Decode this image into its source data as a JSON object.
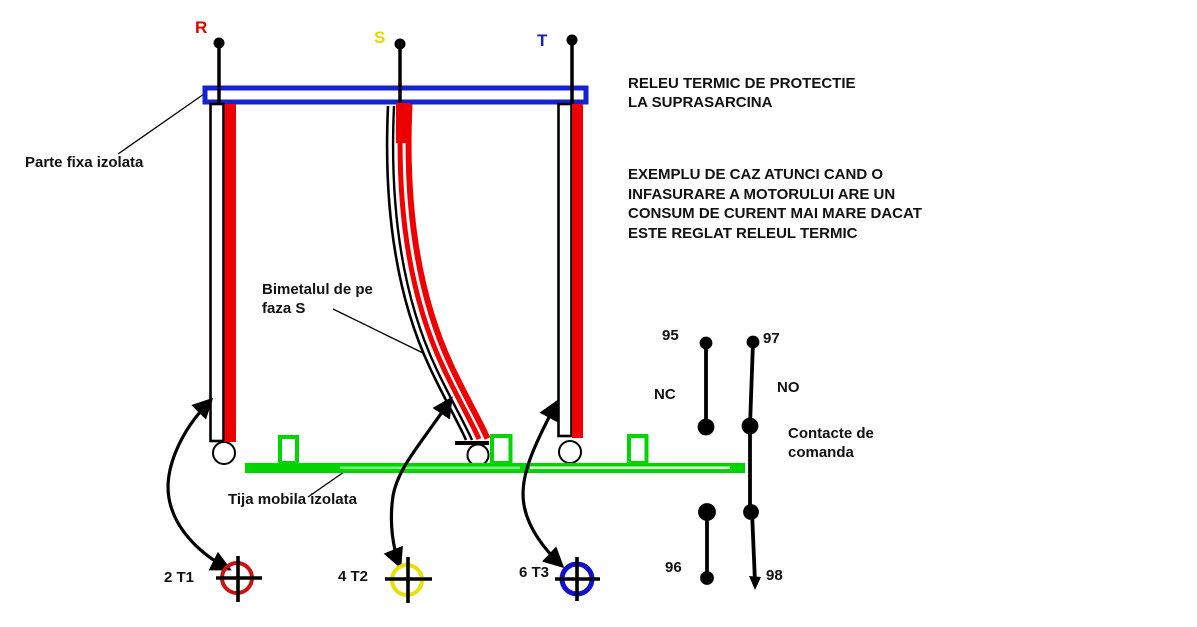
{
  "diagram": {
    "phase_labels": {
      "r": "R",
      "s": "S",
      "t": "T"
    },
    "title": "RELEU TERMIC DE PROTECTIE\nLA SUPRASARCINA",
    "note": "EXEMPLU DE CAZ ATUNCI CAND O\nINFASURARE A MOTORULUI ARE UN\nCONSUM DE CURENT MAI MARE DACAT\nESTE REGLAT RELEUL TERMIC",
    "callouts": {
      "fixed_part": "Parte fixa izolata",
      "bimetal": "Bimetalul de pe\nfaza S",
      "mobile_rod": "Tija mobila izolata",
      "control_contacts": "Contacte de\ncomanda"
    },
    "contacts": {
      "nc_label": "NC",
      "no_label": "NO",
      "n95": "95",
      "n96": "96",
      "n97": "97",
      "n98": "98"
    },
    "terminals": [
      {
        "label": "2 T1",
        "color": "#cc1111"
      },
      {
        "label": "4 T2",
        "color": "#e8e000"
      },
      {
        "label": "6 T3",
        "color": "#1111cc"
      }
    ],
    "colors": {
      "phase_strip_red": "#ee0000",
      "rail_green": "#00d500",
      "fixed_bar_blue": "#1522cf",
      "label_r_red": "#e00000",
      "label_s_yellow": "#e6d800",
      "label_t_blue": "#1122bb",
      "wire_black": "#000000"
    }
  }
}
